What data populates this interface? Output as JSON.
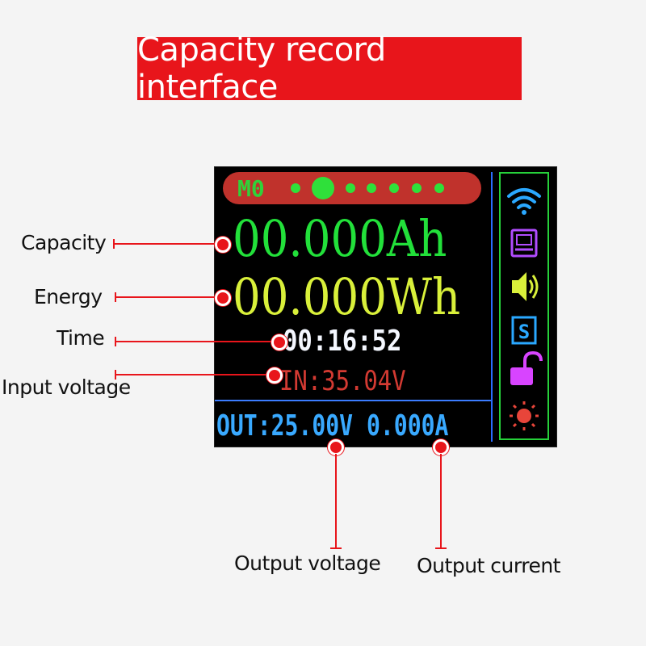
{
  "banner": {
    "title": "Capacity record interface"
  },
  "display": {
    "mode": "M0",
    "capacity": "00.000Ah",
    "energy": "00.000Wh",
    "time": "00:16:52",
    "input_voltage": "IN:35.04V",
    "output_voltage": "OUT:25.00V",
    "output_current": "0.000A"
  },
  "side_icons": [
    "wifi-icon",
    "data-card-icon",
    "speaker-icon",
    "s-icon",
    "unlock-icon",
    "brightness-icon"
  ],
  "labels": {
    "capacity": "Capacity",
    "energy": "Energy",
    "time": "Time",
    "input_voltage": "Input voltage",
    "output_voltage": "Output voltage",
    "output_current": "Output current"
  },
  "colors": {
    "banner": "#e8151b",
    "capacity": "#22e03a",
    "energy": "#d9f03a",
    "time": "#f4f7ff",
    "input_voltage": "#d33a32",
    "output": "#39a9ff",
    "callout": "#e8151b"
  }
}
